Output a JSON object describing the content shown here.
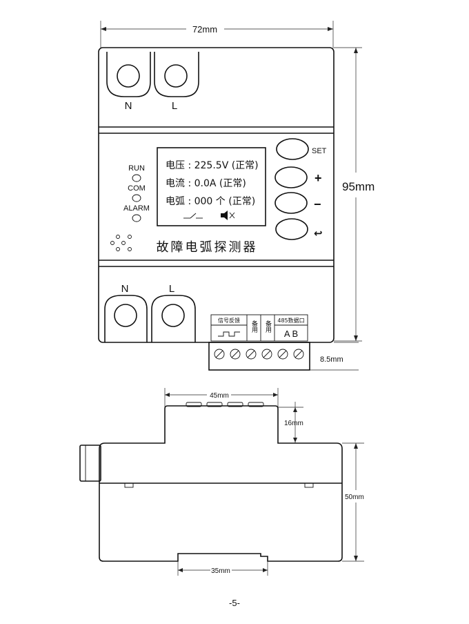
{
  "dimensions": {
    "width_top": "72mm",
    "height": "95mm",
    "terminal_height": "8.5mm",
    "width_upper_step": "45mm",
    "height_upper_step": "16mm",
    "depth": "50mm",
    "rail_width": "35mm"
  },
  "terminals_top": {
    "left": "N",
    "right": "L"
  },
  "terminals_bottom": {
    "left": "N",
    "right": "L"
  },
  "indicators": {
    "run": "RUN",
    "com": "COM",
    "alarm": "ALARM"
  },
  "display": {
    "voltage_line": "电压 : 225.5V (正常)",
    "current_line": "电流 : 0.0A  (正常)",
    "arc_line": "电弧 : 000 个 (正常)"
  },
  "buttons": {
    "set": "SET",
    "plus": "+",
    "minus": "−",
    "back": "↩"
  },
  "product_name": "故障电弧探测器",
  "terminal_block": {
    "feedback_label": "信号反馈",
    "reserve1_label": "备用",
    "reserve2_label": "备用",
    "rs485_label": "485数据口",
    "rs485_pins": "A B"
  },
  "page_number": "-5-"
}
